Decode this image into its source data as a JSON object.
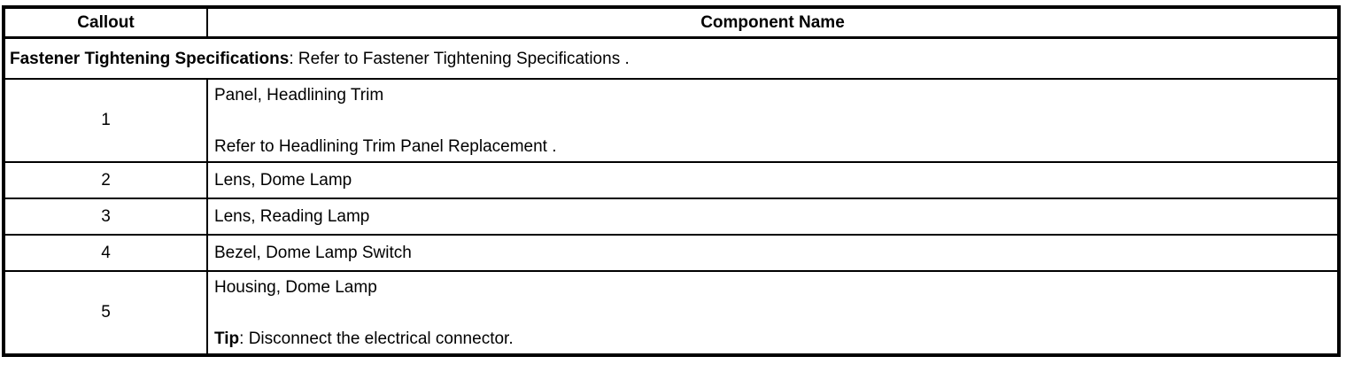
{
  "colors": {
    "border": "#000000",
    "text": "#000000",
    "background": "#ffffff"
  },
  "table": {
    "columns": [
      {
        "label": "Callout"
      },
      {
        "label": "Component Name"
      }
    ],
    "note": {
      "label": "Fastener Tightening Specifications",
      "text": ": Refer to Fastener Tightening Specifications ."
    },
    "rows": [
      {
        "callout": "1",
        "lines": [
          "Panel, Headlining Trim",
          "Refer to Headlining Trim Panel Replacement ."
        ]
      },
      {
        "callout": "2",
        "lines": [
          "Lens, Dome Lamp"
        ]
      },
      {
        "callout": "3",
        "lines": [
          "Lens, Reading Lamp"
        ]
      },
      {
        "callout": "4",
        "lines": [
          "Bezel, Dome Lamp Switch"
        ]
      },
      {
        "callout": "5",
        "lines": [
          "Housing, Dome Lamp"
        ],
        "tip": {
          "label": "Tip",
          "text": ": Disconnect the electrical connector."
        }
      }
    ]
  }
}
